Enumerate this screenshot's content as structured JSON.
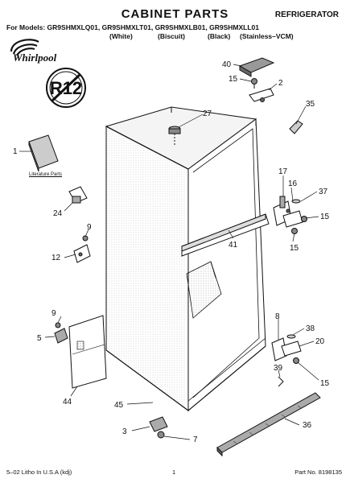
{
  "header": {
    "title": "CABINET PARTS",
    "category": "REFRIGERATOR",
    "models_prefix": "For Models:",
    "models": [
      "GR9SHMXLQ01,",
      "GR9SHMXLT01,",
      "GR9SHMXLB01,",
      "GR9SHMXLL01"
    ],
    "colors": [
      "(White)",
      "(Biscuit)",
      "(Black)",
      "(Stainless–VCM)"
    ]
  },
  "brand": {
    "logo_text": "Whirlpool"
  },
  "badge": {
    "text": "R12"
  },
  "literature": {
    "label": "Literature Parts"
  },
  "callouts": {
    "c40": "40",
    "c15a": "15",
    "c2": "2",
    "c35": "35",
    "c27": "27",
    "c1": "1",
    "c17": "17",
    "c16": "16",
    "c37": "37",
    "c15b": "15",
    "c15c": "15",
    "c24": "24",
    "c9a": "9",
    "c12": "12",
    "c41": "41",
    "c9b": "9",
    "c5": "5",
    "c8": "8",
    "c38": "38",
    "c20": "20",
    "c39": "39",
    "c15d": "15",
    "c44": "44",
    "c45": "45",
    "c36": "36",
    "c3": "3",
    "c7": "7"
  },
  "footer": {
    "litho": "5–02 Litho In U.S.A (kdj)",
    "page": "1",
    "part_no": "Part No. 8198135"
  }
}
